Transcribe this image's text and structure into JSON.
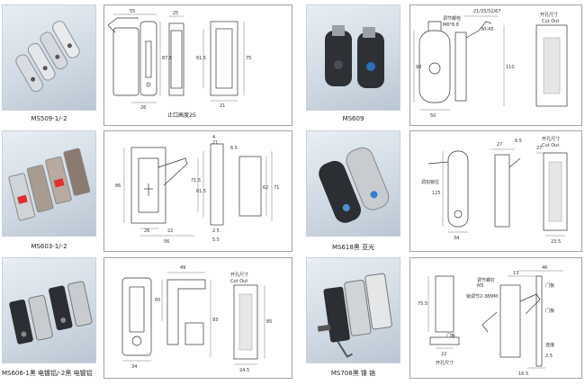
{
  "products": [
    {
      "caption": "MS509-1/-2",
      "dims": [
        "55",
        "25",
        "87.5",
        "61.5",
        "75",
        "26",
        "21"
      ],
      "note": "止口高度25"
    },
    {
      "caption": "MS609",
      "dims": [
        "21/35/52/67",
        "30-45",
        "98",
        "110",
        "50"
      ],
      "labels": [
        "调节螺栓",
        "M6*8.8",
        "开孔尺寸",
        "Cut Out"
      ]
    },
    {
      "caption": "MS603-1/-2",
      "dims": [
        "4",
        "21",
        "6.5",
        "86",
        "71.5",
        "61.5",
        "62",
        "71",
        "26",
        "22",
        "56",
        "2.5",
        "5.5"
      ]
    },
    {
      "caption": "MS618黑 亚光",
      "dims": [
        "27",
        "6.5",
        "27",
        "125",
        "34",
        "23.5"
      ],
      "labels": [
        "开孔尺寸",
        "Cut Out",
        "调扣锁位"
      ]
    },
    {
      "caption": "MS606-1黑 电镀铝/-2黑 电镀铝",
      "dims": [
        "49",
        "60",
        "93",
        "34",
        "85",
        "24.5"
      ],
      "labels": [
        "开孔尺寸",
        "Cut Out"
      ]
    },
    {
      "caption": "MS708黑 镍 铬",
      "dims": [
        "13",
        "46",
        "75.5",
        "22",
        "2.5",
        "16.5"
      ],
      "labels": [
        "调节螺钉",
        "M5",
        "锁调节2-38MM",
        "门板",
        "开孔尺寸",
        "门板",
        "门板",
        "连接"
      ]
    }
  ]
}
